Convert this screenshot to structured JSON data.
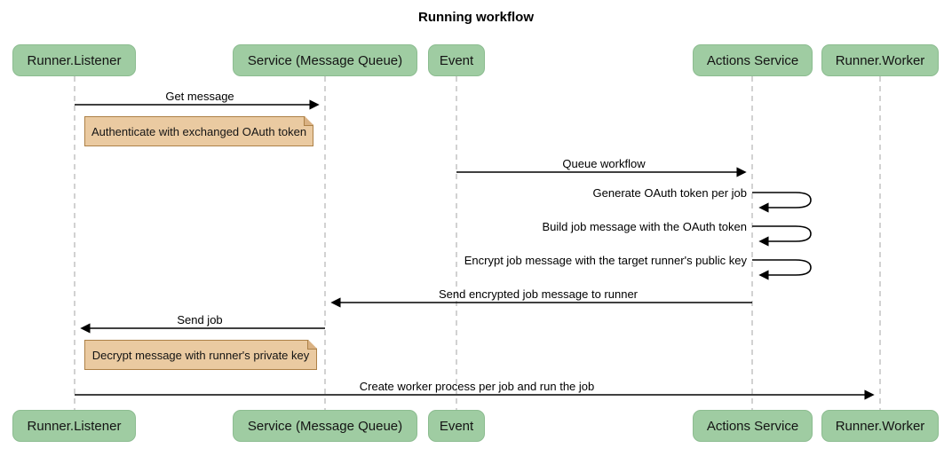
{
  "title": "Running workflow",
  "actors": [
    {
      "label": "Runner.Listener"
    },
    {
      "label": "Service (Message Queue)"
    },
    {
      "label": "Event"
    },
    {
      "label": "Actions Service"
    },
    {
      "label": "Runner.Worker"
    }
  ],
  "messages": [
    {
      "type": "arrow",
      "label": "Get message",
      "from": "Runner.Listener",
      "to": "Service (Message Queue)"
    },
    {
      "type": "note",
      "label": "Authenticate with exchanged OAuth token",
      "over": "Runner.Listener"
    },
    {
      "type": "arrow",
      "label": "Queue workflow",
      "from": "Event",
      "to": "Actions Service"
    },
    {
      "type": "self",
      "label": "Generate OAuth token per job",
      "actor": "Actions Service"
    },
    {
      "type": "self",
      "label": "Build job message with the OAuth token",
      "actor": "Actions Service"
    },
    {
      "type": "self",
      "label": "Encrypt job message with the target runner's public key",
      "actor": "Actions Service"
    },
    {
      "type": "arrow",
      "label": "Send encrypted job message to runner",
      "from": "Actions Service",
      "to": "Service (Message Queue)"
    },
    {
      "type": "arrow",
      "label": "Send job",
      "from": "Service (Message Queue)",
      "to": "Runner.Listener"
    },
    {
      "type": "note",
      "label": "Decrypt message with runner's private key",
      "over": "Runner.Listener"
    },
    {
      "type": "arrow",
      "label": "Create worker process per job and run the job",
      "from": "Runner.Listener",
      "to": "Runner.Worker"
    }
  ],
  "colors": {
    "actor_fill": "#9FCCA2",
    "actor_border": "#8CBC90",
    "note_fill": "#EACAA1",
    "note_border": "#AD8147",
    "lifeline": "#A6A6A6",
    "message_line": "#000000",
    "background": "#FFFFFF"
  }
}
